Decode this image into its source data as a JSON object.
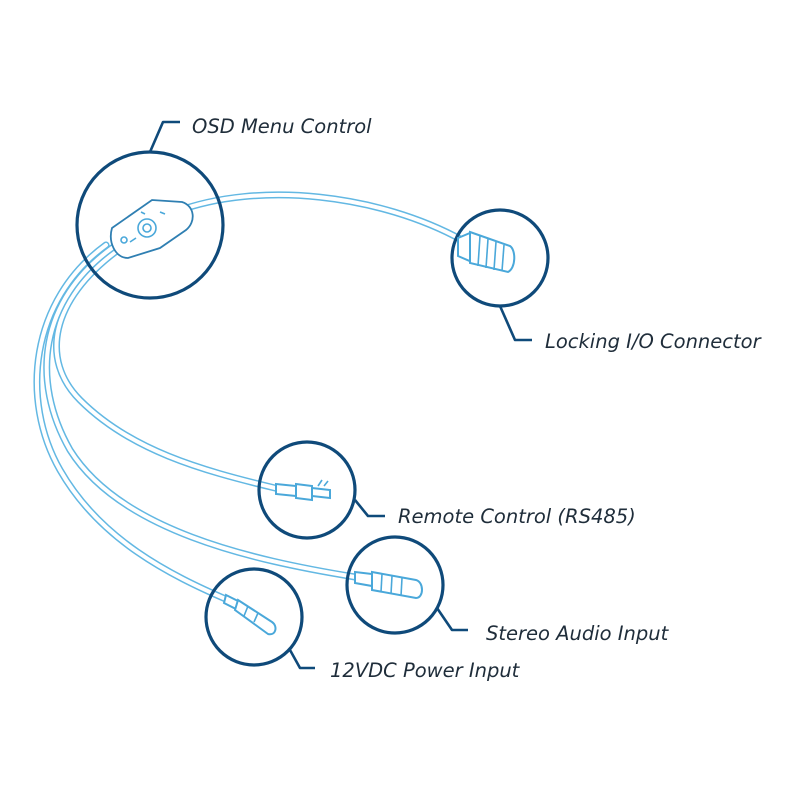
{
  "callouts": {
    "osd": {
      "label": "OSD Menu Control",
      "icon": "joystick-icon"
    },
    "locking": {
      "label": "Locking I/O Connector",
      "icon": "io-connector-icon"
    },
    "remote": {
      "label": "Remote Control (RS485)",
      "icon": "rs485-plug-icon"
    },
    "audio": {
      "label": "Stereo Audio Input",
      "icon": "audio-jack-icon"
    },
    "power": {
      "label": "12VDC Power Input",
      "icon": "power-jack-icon"
    }
  },
  "colors": {
    "callout": "#0f4a7a",
    "cable": "#63b8e3",
    "label_text": "#1f2d3a"
  }
}
